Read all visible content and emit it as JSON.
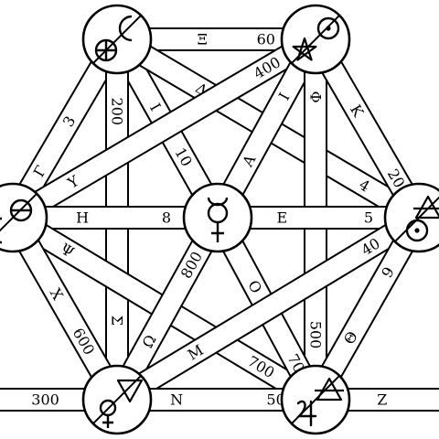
{
  "diagram": {
    "stroke_color": "#000000",
    "background": "#ffffff",
    "edges": [
      {
        "id": "top-left-to-top-right",
        "from": "top-left",
        "to": "top-right",
        "labels": [
          "Ξ",
          "60"
        ]
      },
      {
        "id": "top-left-to-left",
        "from": "top-left",
        "to": "left",
        "labels": [
          "3",
          "Γ"
        ]
      },
      {
        "id": "top-left-to-center",
        "from": "top-left",
        "to": "center",
        "labels": [
          "Ι",
          "10"
        ]
      },
      {
        "id": "top-left-to-bottom-left",
        "from": "top-left",
        "to": "bottom-left",
        "labels": [
          "200",
          "Σ"
        ]
      },
      {
        "id": "top-left-to-right",
        "from": "top-left",
        "to": "right",
        "labels": [
          "Δ",
          "4"
        ]
      },
      {
        "id": "top-right-to-left",
        "from": "top-right",
        "to": "left",
        "labels": [
          "400",
          "Υ"
        ]
      },
      {
        "id": "top-right-to-center",
        "from": "top-right",
        "to": "center",
        "labels": [
          "Ι",
          "Α"
        ]
      },
      {
        "id": "top-right-to-bottom-right",
        "from": "top-right",
        "to": "bottom-right",
        "labels": [
          "Φ",
          "500"
        ]
      },
      {
        "id": "top-right-to-right",
        "from": "top-right",
        "to": "right",
        "labels": [
          "Κ",
          "20"
        ]
      },
      {
        "id": "left-to-center",
        "from": "left",
        "to": "center",
        "labels": [
          "Η",
          "8"
        ]
      },
      {
        "id": "center-to-right",
        "from": "center",
        "to": "right",
        "labels": [
          "Ε",
          "5"
        ]
      },
      {
        "id": "left-to-bottom-right",
        "from": "left",
        "to": "bottom-right",
        "labels": [
          "Ψ",
          "700"
        ]
      },
      {
        "id": "left-to-bottom-left",
        "from": "left",
        "to": "bottom-left",
        "labels": [
          "Χ",
          "600"
        ]
      },
      {
        "id": "center-to-bottom-left",
        "from": "center",
        "to": "bottom-left",
        "labels": [
          "800",
          "Ω"
        ]
      },
      {
        "id": "center-to-bottom-right",
        "from": "center",
        "to": "bottom-right",
        "labels": [
          "Ο",
          "70"
        ]
      },
      {
        "id": "right-to-bottom-left",
        "from": "right",
        "to": "bottom-left",
        "labels": [
          "40",
          "Μ"
        ]
      },
      {
        "id": "right-to-bottom-right",
        "from": "right",
        "to": "bottom-right",
        "labels": [
          "9",
          "Θ"
        ]
      },
      {
        "id": "bottom-left-to-bottom-right",
        "from": "bottom-left",
        "to": "bottom-right",
        "labels": [
          "Ν",
          "50"
        ]
      },
      {
        "id": "bottom-left-to-left-edge",
        "from": "bottom-left",
        "to": "left-edge",
        "labels": [
          "300"
        ]
      },
      {
        "id": "bottom-right-to-right-edge",
        "from": "bottom-right",
        "to": "right-edge",
        "labels": [
          "Ζ"
        ]
      }
    ],
    "nodes": [
      {
        "id": "top-left",
        "symbols": [
          "moon",
          "earth"
        ]
      },
      {
        "id": "top-right",
        "symbols": [
          "sun",
          "pentagram"
        ]
      },
      {
        "id": "left",
        "symbols": [
          "theta-bar",
          "moon"
        ]
      },
      {
        "id": "center",
        "symbols": [
          "mercury"
        ]
      },
      {
        "id": "right",
        "symbols": [
          "air",
          "sun"
        ]
      },
      {
        "id": "bottom-left",
        "symbols": [
          "water",
          "venus"
        ]
      },
      {
        "id": "bottom-right",
        "symbols": [
          "air",
          "jupiter"
        ]
      }
    ]
  }
}
